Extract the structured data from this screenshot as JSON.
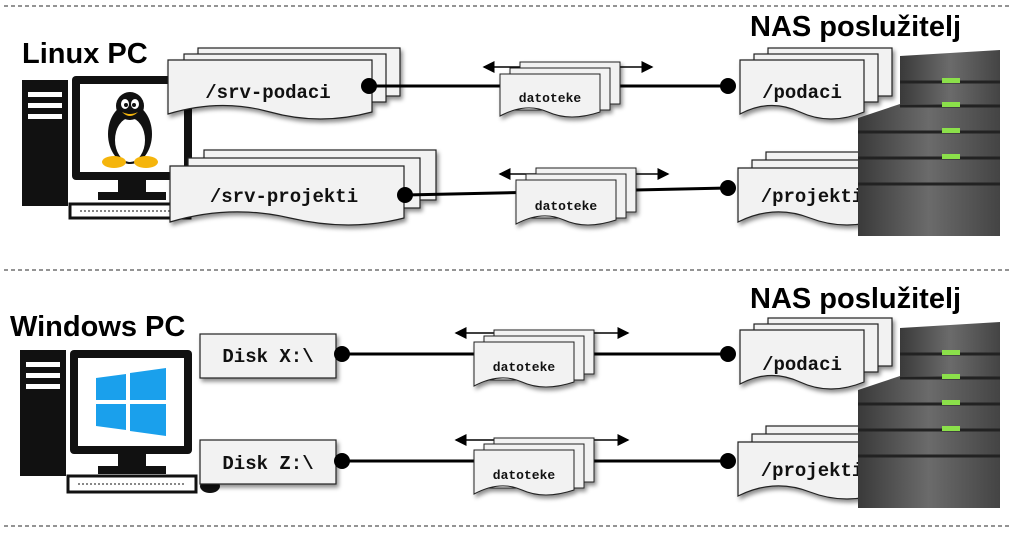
{
  "sections": [
    {
      "pc_title": "Linux  PC",
      "nas_title": "NAS poslužitelj",
      "links": [
        {
          "local": "/srv-podaci",
          "transfer": "datoteke",
          "remote": "/podaci"
        },
        {
          "local": "/srv-projekti",
          "transfer": "datoteke",
          "remote": "/projekti"
        }
      ]
    },
    {
      "pc_title": "Windows PC",
      "nas_title": "NAS poslužitelj",
      "links": [
        {
          "local": "Disk X:\\",
          "transfer": "datoteke",
          "remote": "/podaci"
        },
        {
          "local": "Disk Z:\\",
          "transfer": "datoteke",
          "remote": "/projekti"
        }
      ]
    }
  ],
  "colors": {
    "server_body": "#5a5a5a",
    "server_led": "#8be04a",
    "windows_logo": "#1aa0ec",
    "stack_fill": "#f2f2f2",
    "divider": "#555555"
  },
  "icons": {
    "linux_logo": "tux-penguin-icon",
    "windows_logo": "windows-logo-icon",
    "server": "nas-server-icon",
    "computer": "desktop-computer-icon"
  }
}
